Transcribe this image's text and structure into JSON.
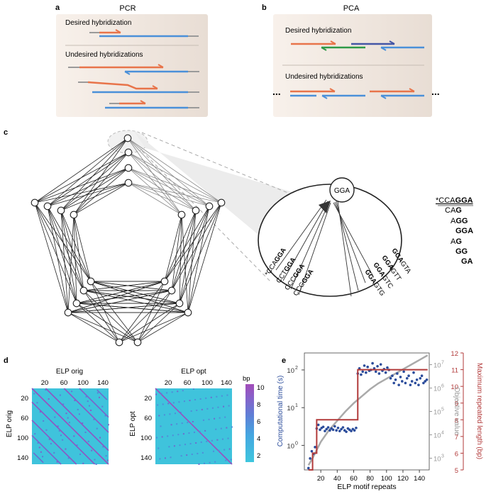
{
  "panel_a": {
    "letter": "a",
    "title": "PCR",
    "desired_label": "Desired hybridization",
    "undesired_label": "Undesired hybridizations"
  },
  "panel_b": {
    "letter": "b",
    "title": "PCA",
    "desired_label": "Desired hybridization",
    "undesired_label": "Undesired hybridizations",
    "ellipsis_left": "...",
    "ellipsis_right": "..."
  },
  "panel_c": {
    "letter": "c",
    "node_label": "GGA",
    "left_seqs": [
      {
        "prefix": "*CCA",
        "bold": "GGA"
      },
      {
        "prefix": "CCT",
        "bold": "GGA"
      },
      {
        "prefix": "CCC",
        "bold": "GGA"
      },
      {
        "prefix": "CCG",
        "bold": "GGA"
      }
    ],
    "right_seqs": [
      {
        "bold": "GGA",
        "suffix": "GTA"
      },
      {
        "bold": "GGA",
        "suffix": "GTT"
      },
      {
        "bold": "GGA",
        "suffix": "GTC"
      },
      {
        "bold": "GGA",
        "suffix": "GTG"
      }
    ],
    "legend": [
      {
        "plain": "*CCA",
        "bold": "GGA"
      },
      {
        "plain": "CA",
        "bold": "G"
      },
      {
        "plain": "A",
        "bold": "GG"
      },
      {
        "plain": "",
        "bold": "GGA"
      },
      {
        "plain": "A",
        "bold": "G"
      },
      {
        "plain": "",
        "bold": "GG"
      },
      {
        "plain": "",
        "bold": "GA"
      }
    ]
  },
  "panel_d": {
    "letter": "d",
    "heatmaps": [
      {
        "title": "ELP orig",
        "ylabel": "ELP orig",
        "xticks": [
          "20",
          "60",
          "100",
          "140"
        ],
        "yticks": [
          "20",
          "60",
          "100",
          "140"
        ]
      },
      {
        "title": "ELP opt",
        "ylabel": "ELP opt",
        "xticks": [
          "20",
          "60",
          "100",
          "140"
        ],
        "yticks": [
          "20",
          "60",
          "100",
          "140"
        ]
      }
    ],
    "colorbar": {
      "unit": "bp",
      "ticks": [
        "10",
        "8",
        "6",
        "4",
        "2"
      ],
      "colors": [
        "#9b4fbf",
        "#7a63cc",
        "#5a7fd6",
        "#3fa3df",
        "#3ec6de"
      ]
    }
  },
  "chart_data": {
    "type": "line",
    "panel": "e",
    "xlabel": "ELP motif repeats",
    "ylabel": "Computational time (s)",
    "y2label": "Objective value",
    "y3label": "Maximum repeated length (bp)",
    "xticks": [
      "20",
      "40",
      "60",
      "80",
      "100",
      "120",
      "140"
    ],
    "yticks": [
      "10^0",
      "10^1",
      "10^2"
    ],
    "y2ticks": [
      "10^3",
      "10^4",
      "10^5",
      "10^6",
      "10^7"
    ],
    "y3ticks": [
      "5",
      "6",
      "7",
      "8",
      "9",
      "10",
      "11",
      "12"
    ],
    "xlim": [
      0,
      152
    ],
    "colors": {
      "time": "#2b4c9b",
      "objective": "#aaaaaa",
      "maxlen": "#b23a3a"
    },
    "max_repeated_length": {
      "x": [
        5,
        10,
        10,
        15,
        15,
        65,
        65,
        150
      ],
      "y": [
        5,
        5,
        6,
        6,
        8,
        8,
        11,
        11
      ]
    },
    "objective_value": {
      "x": [
        5,
        10,
        20,
        30,
        40,
        50,
        60,
        70,
        80,
        90,
        100,
        110,
        120,
        130,
        140,
        150
      ],
      "y": [
        2.7,
        3.0,
        3.7,
        4.2,
        4.6,
        5.0,
        5.35,
        5.65,
        5.95,
        6.2,
        6.4,
        6.6,
        6.8,
        7.0,
        7.2,
        7.4
      ]
    },
    "computational_time": {
      "x": [
        5,
        7,
        9,
        11,
        13,
        15,
        17,
        19,
        21,
        23,
        25,
        27,
        29,
        31,
        33,
        35,
        37,
        39,
        41,
        43,
        45,
        47,
        49,
        51,
        53,
        55,
        57,
        59,
        61,
        63,
        65,
        67,
        69,
        71,
        73,
        75,
        77,
        79,
        81,
        83,
        85,
        87,
        89,
        91,
        93,
        95,
        97,
        99,
        101,
        103,
        105,
        107,
        109,
        111,
        113,
        115,
        117,
        119,
        121,
        123,
        125,
        127,
        129,
        131,
        133,
        135,
        137,
        139,
        141,
        143,
        145,
        147,
        149
      ],
      "y": [
        0.25,
        0.45,
        0.7,
        0.6,
        0.9,
        2.8,
        3.5,
        2.6,
        2.9,
        3.1,
        2.4,
        2.7,
        3.0,
        2.5,
        2.8,
        2.6,
        3.2,
        2.5,
        2.9,
        2.4,
        2.7,
        3.0,
        2.5,
        2.3,
        2.8,
        2.6,
        2.4,
        2.7,
        2.5,
        2.9,
        80,
        110,
        75,
        90,
        130,
        85,
        120,
        95,
        100,
        150,
        110,
        90,
        125,
        80,
        140,
        95,
        105,
        85,
        115,
        100,
        60,
        70,
        45,
        55,
        80,
        40,
        65,
        50,
        90,
        45,
        60,
        70,
        40,
        50,
        85,
        45,
        55,
        40,
        60,
        70,
        45,
        50,
        55
      ]
    }
  }
}
